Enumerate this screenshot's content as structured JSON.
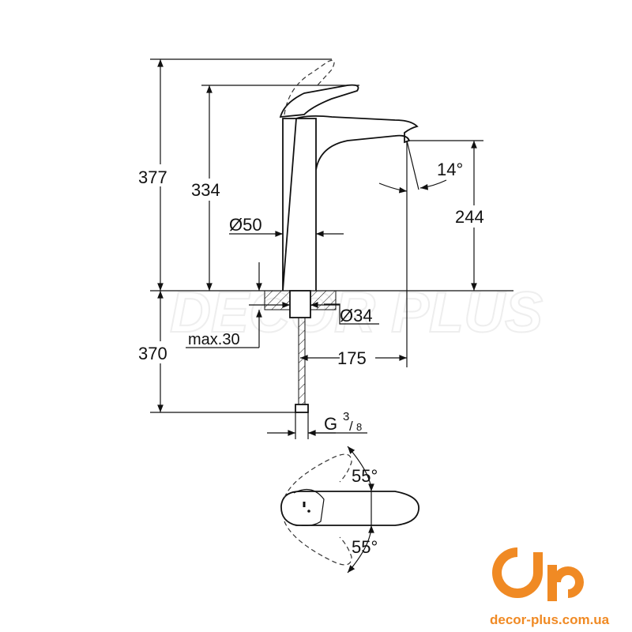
{
  "dimensions": {
    "total_height": "377",
    "spout_top_height": "334",
    "spout_outlet_height": "244",
    "below_counter": "370",
    "body_diameter": "Ø50",
    "hole_diameter": "Ø34",
    "max_thickness": "max.30",
    "spout_reach": "175",
    "spout_angle": "14°",
    "connection": "G",
    "connection_num": "3",
    "connection_den": "8",
    "rotation_left": "55°",
    "rotation_right": "55°"
  },
  "watermark": "DECOR PLUS",
  "logo": {
    "mark": "dp",
    "url": "decor-plus.com.ua",
    "color": "#F08A24"
  }
}
